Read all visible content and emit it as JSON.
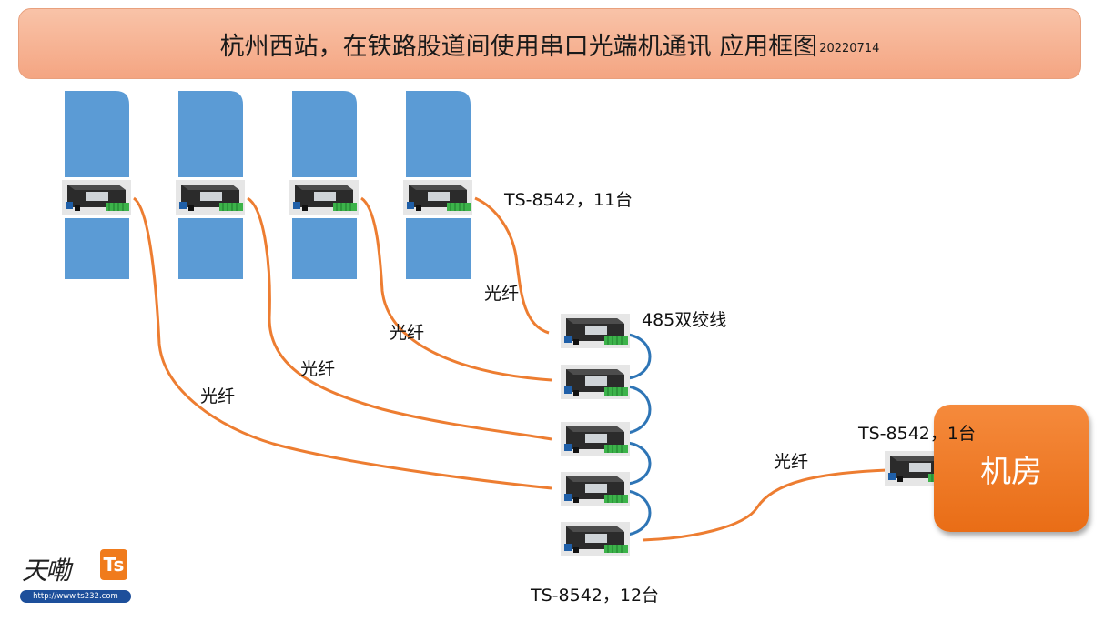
{
  "title": {
    "main": "杭州西站，在铁路股道间使用串口光端机通讯 应用框图",
    "date": "20220714"
  },
  "labels": {
    "top_devices": "TS-8542，11台",
    "fiber": "光纤",
    "twisted_pair": "485双绞线",
    "center_devices": "TS-8542，12台",
    "room_device": "TS-8542，1台",
    "room": "机房"
  },
  "logo": {
    "signature": "天嘞",
    "badge": "Ts",
    "url": "http://www.ts232.com"
  },
  "colors": {
    "track": "#5b9bd5",
    "fiber": "#ed7d31",
    "twisted_pair": "#2e75b6",
    "room": "#ee7722"
  }
}
